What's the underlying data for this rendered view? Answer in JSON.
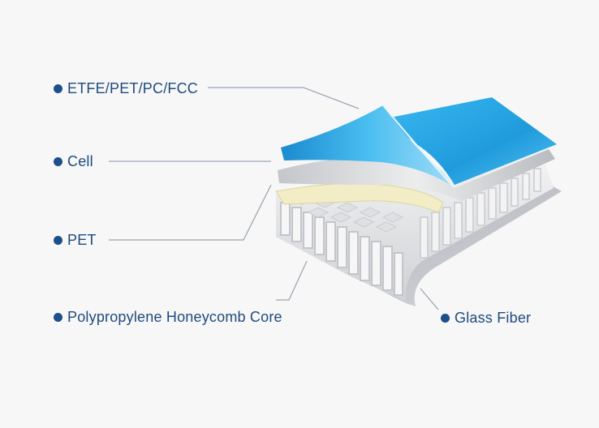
{
  "labels": {
    "etfe": "ETFE/PET/PC/FCC",
    "cell": "Cell",
    "pet": "PET",
    "core": "Polypropylene Honeycomb Core",
    "glass": "Glass Fiber"
  },
  "colors": {
    "label_text": "#1f4b7c",
    "bullet": "#1d4f8a",
    "top_layer": "#2aa8e6",
    "cell_layer": "#d2d4d8",
    "pet_layer": "#f1ecc8",
    "honeycomb": "#e9eaec",
    "glass_fiber": "#b9bcc2"
  }
}
